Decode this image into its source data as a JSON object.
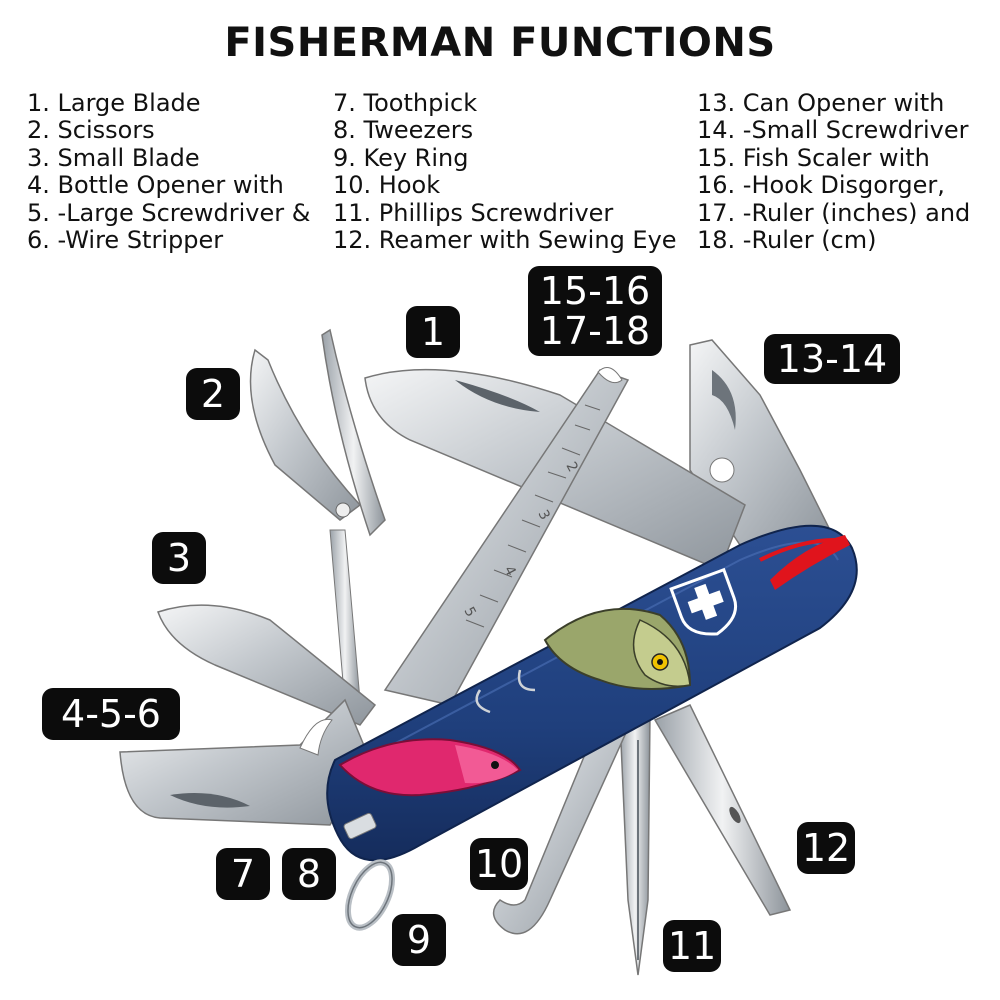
{
  "title": "FISHERMAN FUNCTIONS",
  "functions": {
    "col1": [
      "1. Large Blade",
      "2. Scissors",
      "3. Small Blade",
      "4. Bottle Opener with",
      "5. -Large Screwdriver &",
      "6. -Wire Stripper"
    ],
    "col2": [
      "7. Toothpick",
      "8. Tweezers",
      "9. Key Ring",
      "10. Hook",
      "11. Phillips Screwdriver",
      "12. Reamer with Sewing Eye"
    ],
    "col3": [
      "13. Can Opener with",
      "14. -Small Screwdriver",
      "15. Fish Scaler with",
      "16. -Hook Disgorger,",
      "17. -Ruler (inches) and",
      "18. -Ruler (cm)"
    ]
  },
  "callouts": {
    "c1": "1",
    "c2": "2",
    "c3": "3",
    "c456": "4-5-6",
    "c7": "7",
    "c8": "8",
    "c9": "9",
    "c10": "10",
    "c11": "11",
    "c12": "12",
    "c1314": "13-14",
    "c1518_line1": "15-16",
    "c1518_line2": "17-18"
  },
  "ruler_marks": [
    "2",
    "3",
    "4",
    "5"
  ],
  "colors": {
    "handle": "#1f3f7c",
    "steel": "#c9ced3",
    "badge": "#0c0c0c",
    "fish_pink": "#e0286e",
    "feather_red": "#e0141c"
  }
}
